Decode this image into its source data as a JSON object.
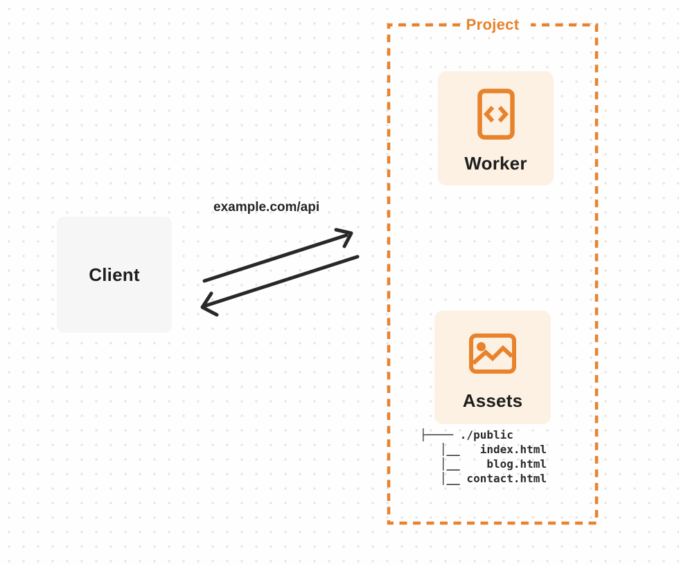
{
  "colors": {
    "accent": "#E8822C",
    "card_bg": "#FCF1E3",
    "client_bg": "#F6F6F7",
    "ink": "#282828",
    "dot": "#E4E4E7"
  },
  "diagram": {
    "client": {
      "label": "Client"
    },
    "request": {
      "label": "example.com/api"
    },
    "project": {
      "label": "Project",
      "nodes": [
        {
          "label": "Worker",
          "icon": "code-document-icon"
        },
        {
          "label": "Assets",
          "icon": "image-icon"
        }
      ],
      "file_tree": {
        "lines": [
          "├──── ./public",
          "   │__   index.html",
          "   │__    blog.html",
          "   │__ contact.html"
        ]
      }
    }
  }
}
